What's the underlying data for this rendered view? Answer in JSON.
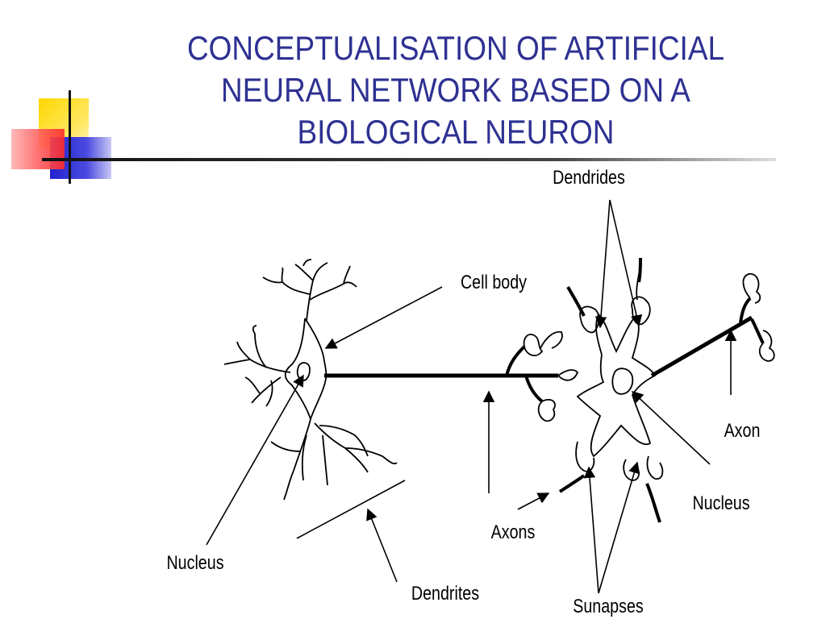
{
  "slide": {
    "title_lines": [
      "CONCEPTUALISATION OF ARTIFICIAL",
      "NEURAL NETWORK BASED ON A",
      "BIOLOGICAL NEURON"
    ]
  },
  "diagram": {
    "labels": {
      "dendrides": "Dendrides",
      "cell_body": "Cell body",
      "axon": "Axon",
      "nucleus_right": "Nucleus",
      "axons": "Axons",
      "nucleus_left": "Nucleus",
      "dendrites": "Dendrites",
      "sunapses": "Sunapses"
    }
  },
  "colors": {
    "title": "#2e3192",
    "deco_yellow": "#ffd700",
    "deco_blue": "#3333cc",
    "deco_red": "#ff4444"
  }
}
